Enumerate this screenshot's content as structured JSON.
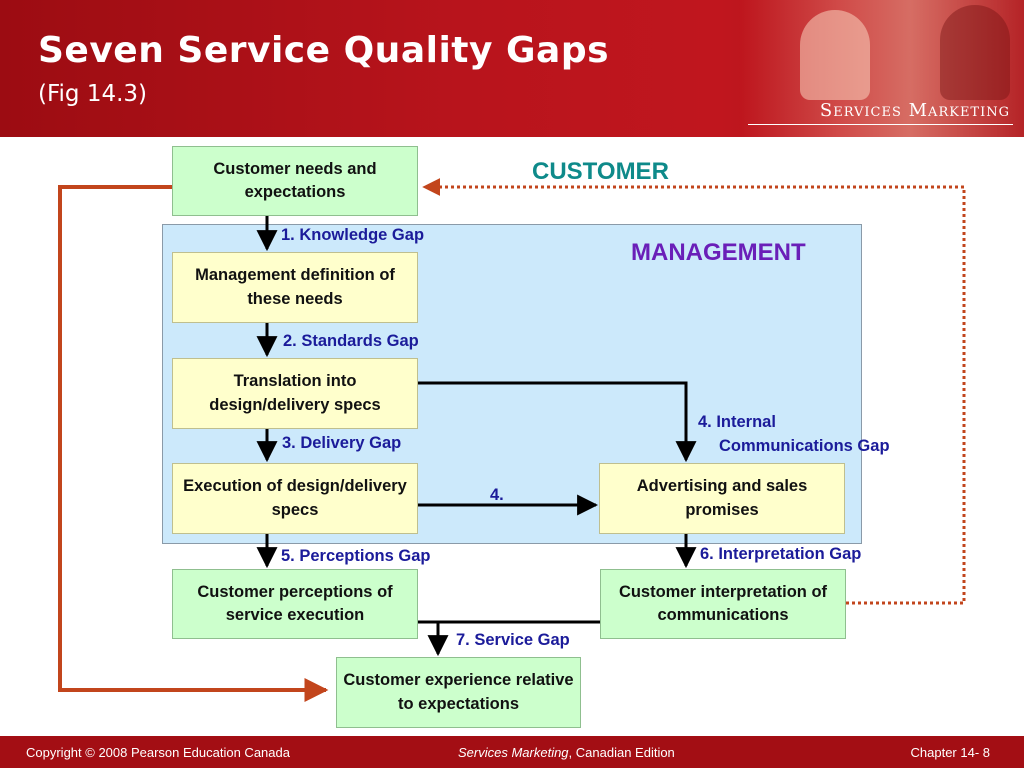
{
  "slide": {
    "title": "Seven Service Quality Gaps",
    "subtitle": "(Fig 14.3)",
    "brand": "Services Marketing"
  },
  "diagram": {
    "customer_label": "CUSTOMER",
    "management_label": "MANAGEMENT",
    "boxes": {
      "customer_needs": "Customer needs and expectations",
      "management_definition": "Management definition of these needs",
      "translation": "Translation into design/delivery specs",
      "execution": "Execution of design/delivery specs",
      "advertising": "Advertising and sales promises",
      "customer_perceptions": "Customer perceptions of service execution",
      "customer_interpretation": "Customer interpretation of communications",
      "customer_experience": "Customer experience relative to expectations"
    },
    "gaps": {
      "knowledge": "1. Knowledge Gap",
      "standards": "2. Standards Gap",
      "delivery": "3. Delivery Gap",
      "internal_line1": "4. Internal",
      "internal_line2": "Communications Gap",
      "internal_short": "4.",
      "perceptions": "5. Perceptions Gap",
      "interpretation": "6. Interpretation Gap",
      "service": "7. Service Gap"
    },
    "colors": {
      "customer_label": "#0e8a8a",
      "management_label": "#6a1fb8",
      "gap_label": "#1b1b9a",
      "feedback_arrow": "#c2451c",
      "box_green": "#ccffcc",
      "box_yellow": "#ffffcc",
      "panel": "#cce9fb"
    }
  },
  "footer": {
    "copyright": "Copyright © 2008 Pearson Education Canada",
    "book_title": "Services Marketing",
    "edition": ", Canadian Edition",
    "chapter": "Chapter 14- 8"
  }
}
